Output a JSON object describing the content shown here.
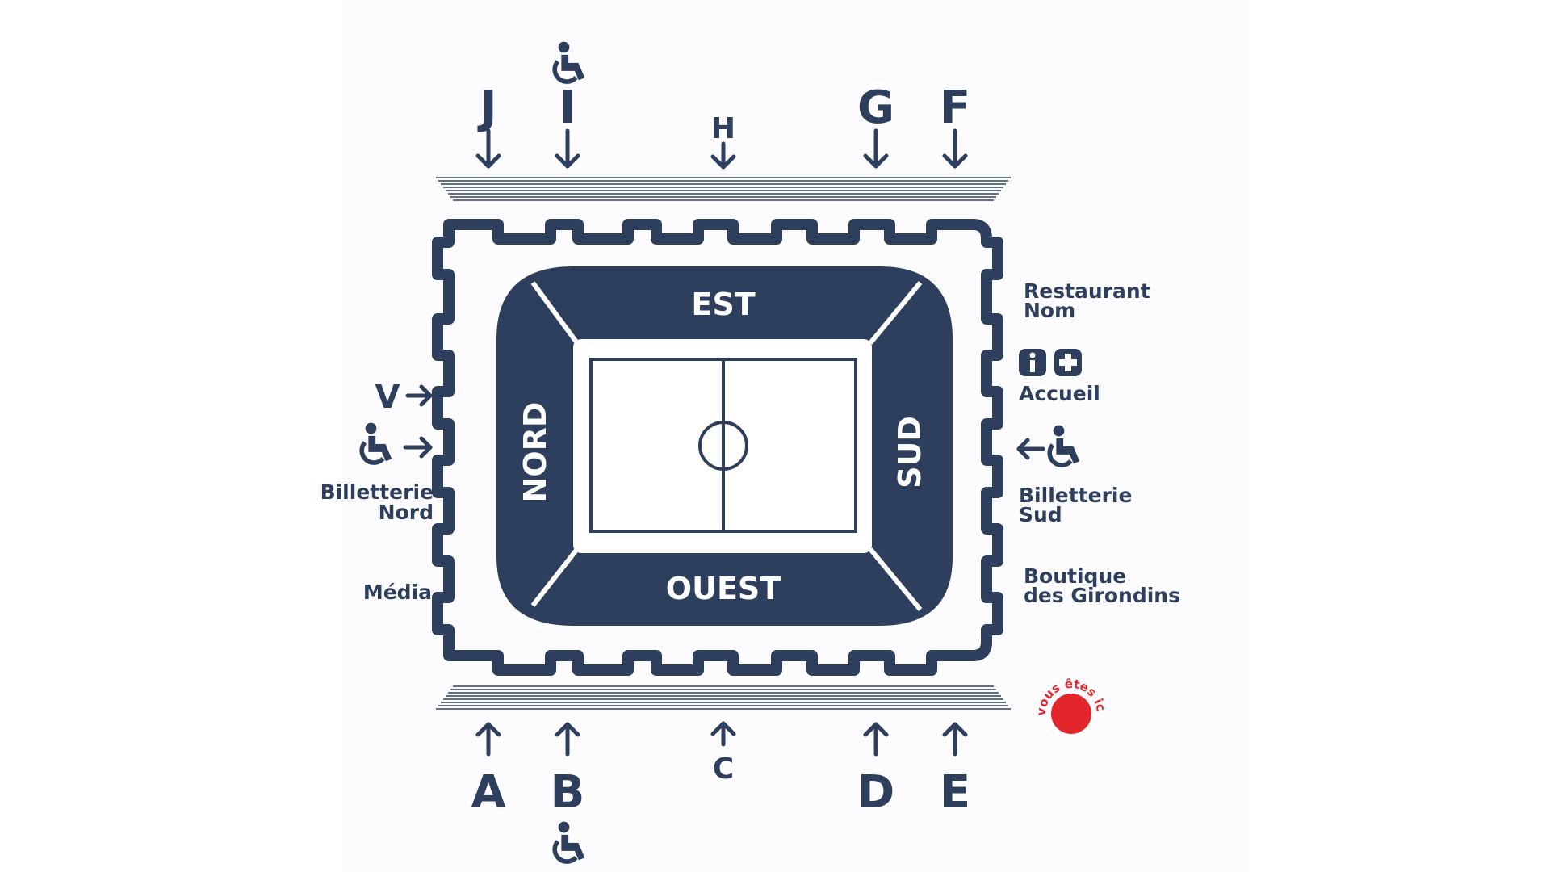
{
  "colors": {
    "navy": "#2e3f5e",
    "field": "#ffffff",
    "marker": "#e3262b",
    "background": "#ffffff"
  },
  "gates_top": [
    {
      "letter": "J",
      "accessible": false
    },
    {
      "letter": "I",
      "accessible": true
    },
    {
      "letter": "H",
      "accessible": false
    },
    {
      "letter": "G",
      "accessible": false
    },
    {
      "letter": "F",
      "accessible": false
    }
  ],
  "gates_bottom": [
    {
      "letter": "A",
      "accessible": false
    },
    {
      "letter": "B",
      "accessible": true
    },
    {
      "letter": "C",
      "accessible": false
    },
    {
      "letter": "D",
      "accessible": false
    },
    {
      "letter": "E",
      "accessible": false
    }
  ],
  "gate_left": {
    "letter": "V"
  },
  "stands": {
    "east": "EST",
    "west": "OUEST",
    "north": "NORD",
    "south": "SUD"
  },
  "labels": {
    "restaurant": [
      "Restaurant",
      "Nom"
    ],
    "accueil": "Accueil",
    "billetterie_sud": [
      "Billetterie",
      "Sud"
    ],
    "boutique": [
      "Boutique",
      "des Girondins"
    ],
    "billetterie_nord": [
      "Billetterie",
      "Nord"
    ],
    "media": "Média"
  },
  "you_are_here": "vous êtes ici",
  "icons": [
    "wheelchair-icon",
    "info-icon",
    "first-aid-icon",
    "arrow-icon"
  ]
}
